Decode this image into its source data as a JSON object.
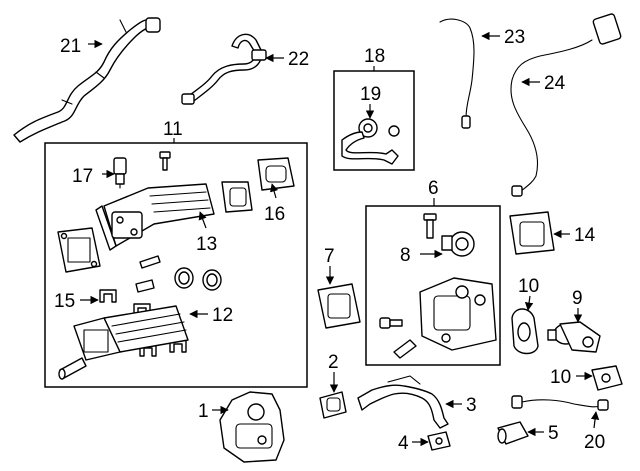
{
  "diagram": {
    "callouts": [
      {
        "id": "c1",
        "label": "1"
      },
      {
        "id": "c2",
        "label": "2"
      },
      {
        "id": "c3",
        "label": "3"
      },
      {
        "id": "c4",
        "label": "4"
      },
      {
        "id": "c5",
        "label": "5"
      },
      {
        "id": "c6",
        "label": "6"
      },
      {
        "id": "c7",
        "label": "7"
      },
      {
        "id": "c8",
        "label": "8"
      },
      {
        "id": "c9",
        "label": "9"
      },
      {
        "id": "c10a",
        "label": "10"
      },
      {
        "id": "c10b",
        "label": "10"
      },
      {
        "id": "c11",
        "label": "11"
      },
      {
        "id": "c12",
        "label": "12"
      },
      {
        "id": "c13",
        "label": "13"
      },
      {
        "id": "c14",
        "label": "14"
      },
      {
        "id": "c15",
        "label": "15"
      },
      {
        "id": "c16",
        "label": "16"
      },
      {
        "id": "c17",
        "label": "17"
      },
      {
        "id": "c18",
        "label": "18"
      },
      {
        "id": "c19",
        "label": "19"
      },
      {
        "id": "c20",
        "label": "20"
      },
      {
        "id": "c21",
        "label": "21"
      },
      {
        "id": "c22",
        "label": "22"
      },
      {
        "id": "c23",
        "label": "23"
      },
      {
        "id": "c24",
        "label": "24"
      }
    ]
  }
}
